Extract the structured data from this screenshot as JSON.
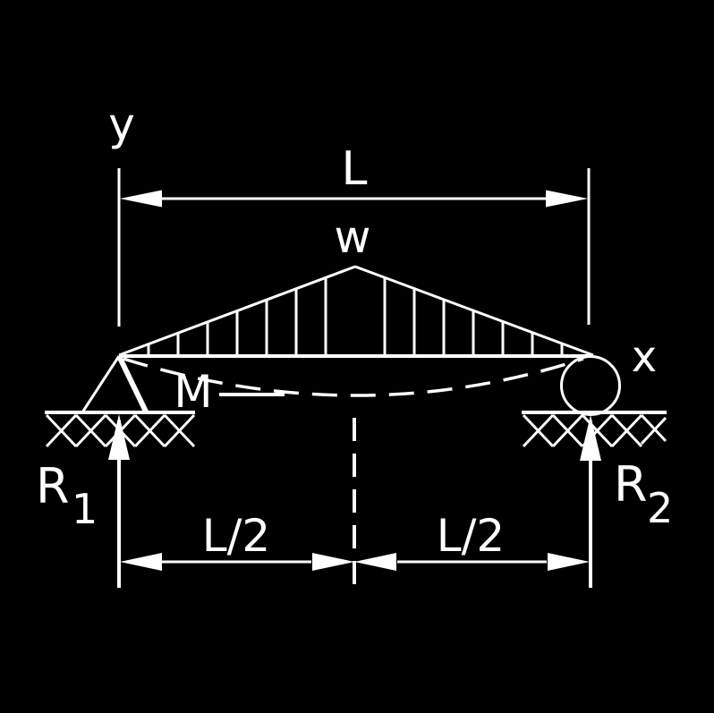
{
  "figure": {
    "background_color": "#000000",
    "line_color": "#ffffff",
    "labels": {
      "y_axis": "y",
      "span": "L",
      "load_peak": "w",
      "moment": "M",
      "x_axis": "x",
      "half_span_left": "L/2",
      "half_span_right": "L/2",
      "reaction_left": {
        "symbol": "R",
        "subscript": "1"
      },
      "reaction_right": {
        "symbol": "R",
        "subscript": "2"
      }
    }
  }
}
